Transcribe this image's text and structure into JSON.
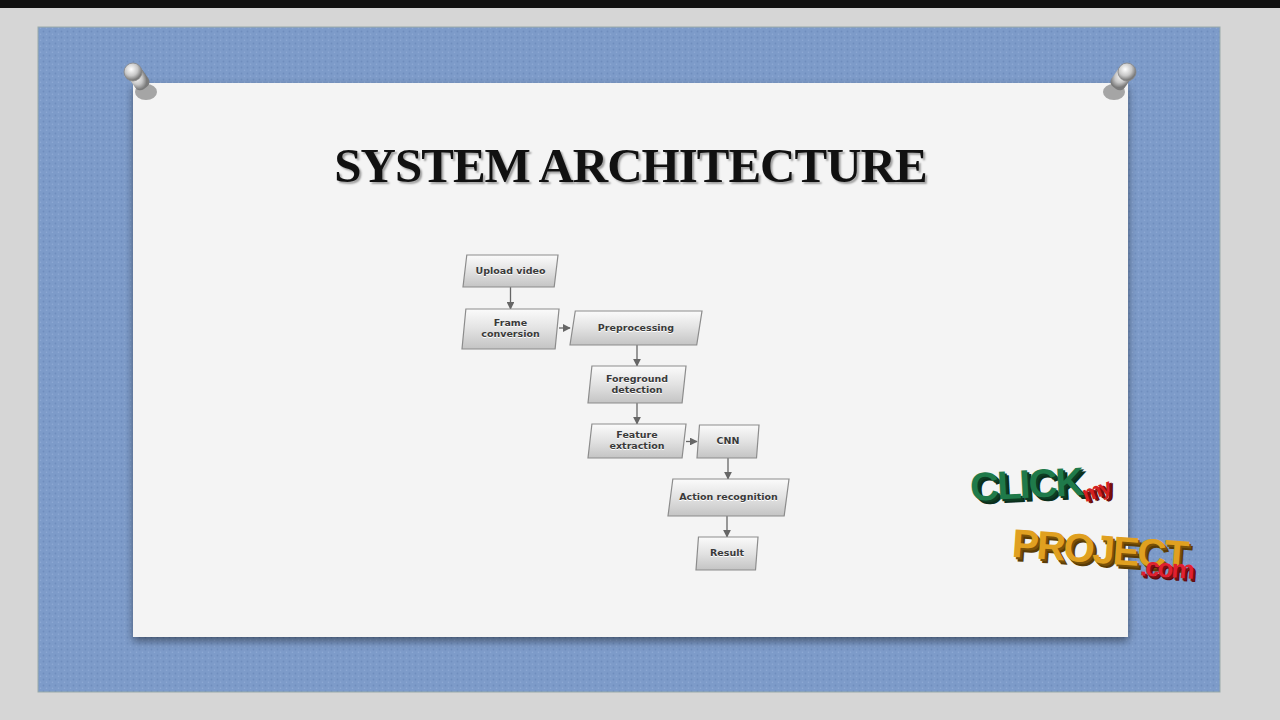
{
  "diagram": {
    "title": "SYSTEM ARCHITECTURE",
    "nodes": [
      {
        "text": [
          "Upload video"
        ]
      },
      {
        "text": [
          "Frame conversion"
        ]
      },
      {
        "text": [
          "Preprocessing"
        ]
      },
      {
        "text": [
          "Foreground detection"
        ]
      },
      {
        "text": [
          "Feature extraction"
        ]
      },
      {
        "text": [
          "CNN"
        ]
      },
      {
        "text": [
          "Action recognition"
        ]
      },
      {
        "text": [
          "Result"
        ]
      }
    ],
    "edges": [
      {
        "from": 0,
        "to": 1,
        "arrow": "to"
      },
      {
        "from": 1,
        "to": 2,
        "arrow": "to"
      },
      {
        "from": 2,
        "to": 3,
        "arrow": "to"
      },
      {
        "from": 3,
        "to": 4,
        "arrow": "to"
      },
      {
        "from": 4,
        "to": 5,
        "arrow": "to"
      },
      {
        "from": 5,
        "to": 6,
        "arrow": "to"
      },
      {
        "from": 6,
        "to": 7,
        "arrow": "to"
      }
    ],
    "labels": [
      "CLICK",
      "my",
      "PROJECT",
      ".com"
    ]
  }
}
